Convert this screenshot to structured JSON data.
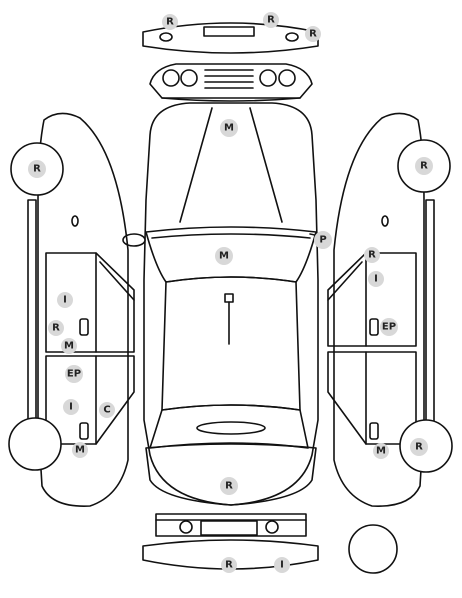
{
  "badges": {
    "front_bumper_r1": "R",
    "front_bumper_r2": "R",
    "front_bumper_r3": "R",
    "hood": "M",
    "windshield": "M",
    "fuel_cap": "P",
    "left_front_wheel": "R",
    "left_front_door_i": "I",
    "left_front_door_r": "R",
    "left_front_door_m": "M",
    "left_rear_door_ep": "EP",
    "left_rear_door_i": "I",
    "left_rear_door_c": "C",
    "left_rear_door_m": "M",
    "right_front_wheel": "R",
    "right_front_door_r": "R",
    "right_front_door_i": "I",
    "right_front_door_ep": "EP",
    "right_rear_door_m": "M",
    "right_rear_wheel": "R",
    "trunk": "R",
    "rear_bumper_r": "R",
    "rear_bumper_i": "I"
  }
}
